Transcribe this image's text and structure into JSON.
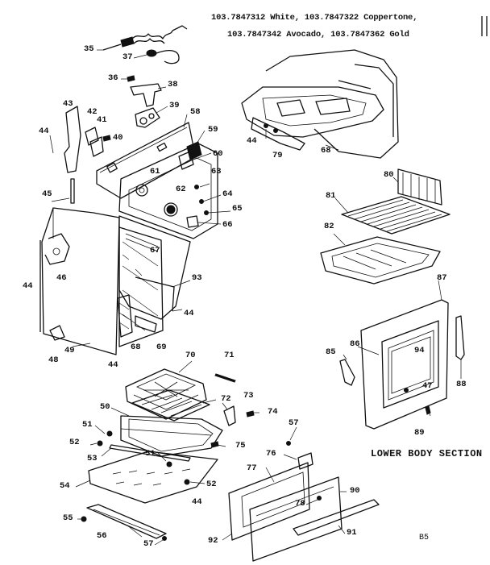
{
  "header": {
    "line1": "103.7847312  White,  103.7847322  Coppertone,",
    "line2": "103.7847342  Avocado,  103.7847362  Gold"
  },
  "section_title": "LOWER BODY SECTION",
  "page_code": "B5",
  "callouts": {
    "c35": "35",
    "c37": "37",
    "c36": "36",
    "c38": "38",
    "c39": "39",
    "c43": "43",
    "c42": "42",
    "c41": "41",
    "c40": "40",
    "c44a": "44",
    "c58": "58",
    "c59": "59",
    "c60": "60",
    "c61": "61",
    "c63": "63",
    "c62": "62",
    "c64": "64",
    "c65": "65",
    "c66": "66",
    "c45": "45",
    "c67": "67",
    "c93": "93",
    "c46": "46",
    "c44b": "44",
    "c44c": "44",
    "c49": "49",
    "c48": "48",
    "c68a": "68",
    "c69": "69",
    "c44d": "44",
    "c79": "79",
    "c44e": "44",
    "c68b": "68",
    "c80": "80",
    "c81": "81",
    "c82": "82",
    "c87": "87",
    "c85": "85",
    "c86": "86",
    "c94": "94",
    "c47": "47",
    "c88": "88",
    "c89": "89",
    "c70": "70",
    "c71": "71",
    "c50": "50",
    "c72": "72",
    "c73": "73",
    "c74": "74",
    "c51a": "51",
    "c52a": "52",
    "c53": "53",
    "c75": "75",
    "c51b": "51",
    "c52b": "52",
    "c54": "54",
    "c44f": "44",
    "c55": "55",
    "c56": "56",
    "c57a": "57",
    "c57b": "57",
    "c76": "76",
    "c77": "77",
    "c78": "78",
    "c90": "90",
    "c91": "91",
    "c92": "92"
  }
}
